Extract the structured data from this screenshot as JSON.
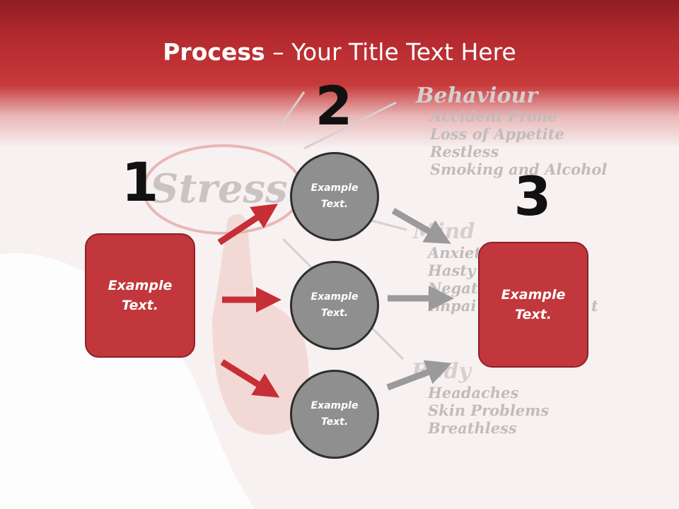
{
  "slide": {
    "title_bold": "Process",
    "title_rest": " – Your Title Text Here"
  },
  "steps": {
    "one": "1",
    "two": "2",
    "three": "3"
  },
  "boxes": {
    "left": "Example\nText.",
    "right": "Example\nText."
  },
  "circles": {
    "top": "Example\nText.",
    "middle": "Example\nText.",
    "bottom": "Example\nText."
  },
  "background_words": {
    "stress": "Stress",
    "behaviour": "Behaviour",
    "behaviour_items": [
      "Accident Prone",
      "Loss of Appetite",
      "Restless",
      "Smoking and Alcohol"
    ],
    "mind": "Mind",
    "mind_items": [
      "Anxiety",
      "Hasty",
      "Negat",
      "Impai",
      "t"
    ],
    "body": "Body",
    "body_items": [
      "Headaches",
      "Skin Problems",
      "Breathless"
    ]
  },
  "colors": {
    "header_red": "#b52a2f",
    "box_red": "#c1373b",
    "arrow_red": "#c62f36",
    "circle_grey": "#8f8f8f",
    "arrow_grey": "#9a9a9a"
  }
}
